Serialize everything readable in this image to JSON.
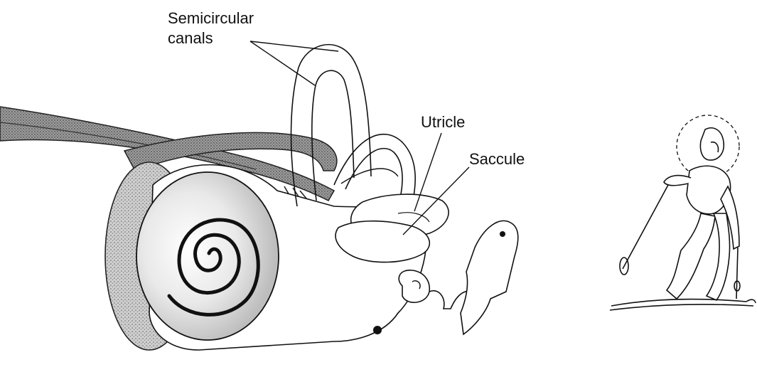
{
  "labels": {
    "semicircular_line1": "Semicircular",
    "semicircular_line2": "canals",
    "utricle": "Utricle",
    "saccule": "Saccule"
  },
  "illustrations": {
    "ear": "inner-ear-vestibular-system",
    "figure": "skier"
  }
}
